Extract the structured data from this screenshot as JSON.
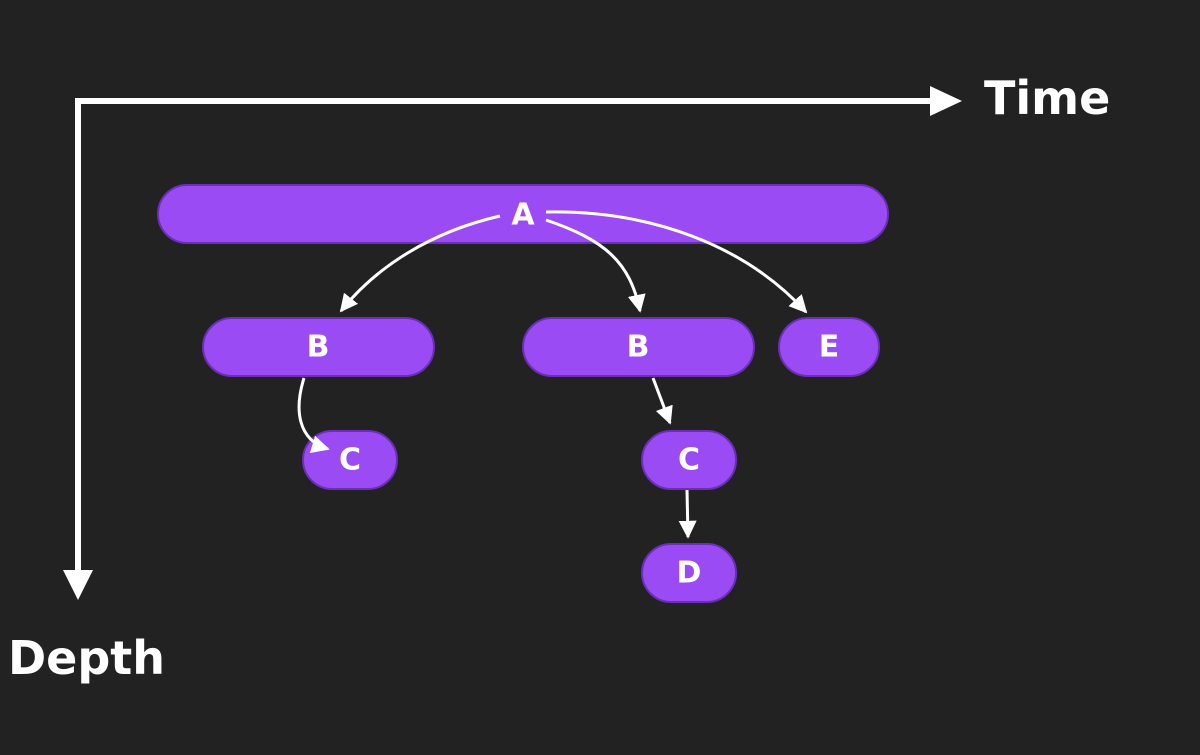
{
  "axes": {
    "horizontal": {
      "label": "Time",
      "icon": "arrow-right-icon"
    },
    "vertical": {
      "label": "Depth",
      "icon": "arrow-down-icon"
    }
  },
  "colors": {
    "background": "#222222",
    "node_fill": "#9b4bf3",
    "node_border": "#6a2fb6",
    "foreground": "#ffffff"
  },
  "nodes": [
    {
      "id": "a",
      "label": "A"
    },
    {
      "id": "b1",
      "label": "B"
    },
    {
      "id": "b2",
      "label": "B"
    },
    {
      "id": "e",
      "label": "E"
    },
    {
      "id": "c1",
      "label": "C"
    },
    {
      "id": "c2",
      "label": "C"
    },
    {
      "id": "d",
      "label": "D"
    }
  ],
  "edges": [
    {
      "from": "a",
      "to": "b1"
    },
    {
      "from": "a",
      "to": "b2"
    },
    {
      "from": "a",
      "to": "e"
    },
    {
      "from": "b1",
      "to": "c1"
    },
    {
      "from": "b2",
      "to": "c2"
    },
    {
      "from": "c2",
      "to": "d"
    }
  ]
}
